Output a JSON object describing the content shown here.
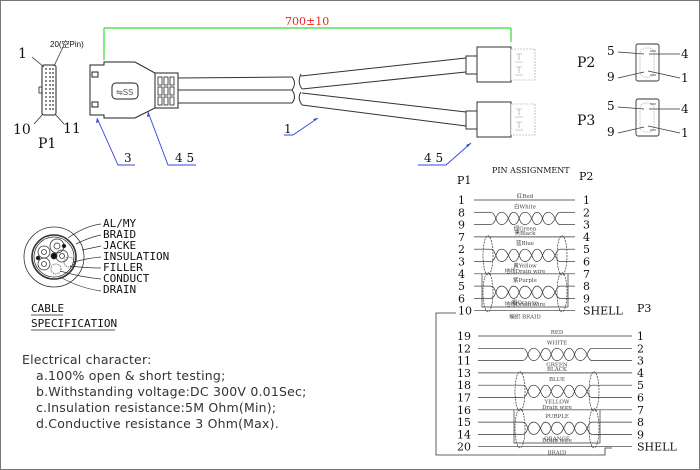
{
  "dimension": {
    "length_label": "700±10"
  },
  "p1": {
    "name": "P1",
    "pin_top_right": "20(空Pin)",
    "pin_top_left": "1",
    "pin_bottom_left": "10",
    "pin_bottom_right": "11"
  },
  "p2": {
    "name": "P2",
    "pins": [
      "5",
      "4",
      "9",
      "1"
    ]
  },
  "p3": {
    "name": "P3",
    "pins": [
      "5",
      "4",
      "9",
      "1"
    ]
  },
  "callouts": {
    "c3": "3",
    "c45_left": "4 5",
    "c1": "1",
    "c45_right": "4 5"
  },
  "cable_spec": {
    "layers": [
      "AL/MY",
      "BRAID",
      "JACKE",
      "INSULATION",
      "FILLER",
      "CONDUCT",
      "DRAIN"
    ],
    "title_line1": "CABLE",
    "title_line2": "SPECIFICATION"
  },
  "electrical": {
    "title": "Electrical character:",
    "items": [
      "a.100% open & short testing;",
      "b.Withstanding voltage:DC 300V 0.01Sec;",
      "c.Insulation resistance:5M Ohm(Min);",
      "d.Conductive resistance 3 Ohm(Max)."
    ]
  },
  "pin_assignment": {
    "title": "PIN ASSIGNMENT",
    "p1_header": "P1",
    "p2_header": "P2",
    "p3_header": "P3",
    "p1_p2": {
      "left": [
        "1",
        "8",
        "9",
        "7",
        "2",
        "3",
        "4",
        "5",
        "6",
        "10"
      ],
      "right": [
        "1",
        "2",
        "3",
        "4",
        "5",
        "6",
        "7",
        "8",
        "9",
        "SHELL"
      ],
      "wire_labels": [
        "红Red",
        "白White",
        "绿Green",
        "黑Black",
        "蓝Blue",
        "黄Yellow",
        "地线Drain wire",
        "紫Purple",
        "橙Orange",
        "地线Drain wire",
        "编织 BRAID"
      ]
    },
    "p1_p3": {
      "left": [
        "19",
        "12",
        "11",
        "13",
        "18",
        "17",
        "16",
        "15",
        "14",
        "20"
      ],
      "right": [
        "1",
        "2",
        "3",
        "4",
        "5",
        "6",
        "7",
        "8",
        "9",
        "SHELL"
      ],
      "wire_labels": [
        "RED",
        "WHITE",
        "GREEN",
        "BLACK",
        "BLUE",
        "YELLOW",
        "Drain wire",
        "PURPLE",
        "ORANGE",
        "Drain wire",
        "BRAID"
      ]
    }
  },
  "colors": {
    "dimension_line": "#33dd33",
    "dimension_text": "#ee2222",
    "callout": "#3344dd",
    "ink": "#222222",
    "frame": "#777777"
  }
}
